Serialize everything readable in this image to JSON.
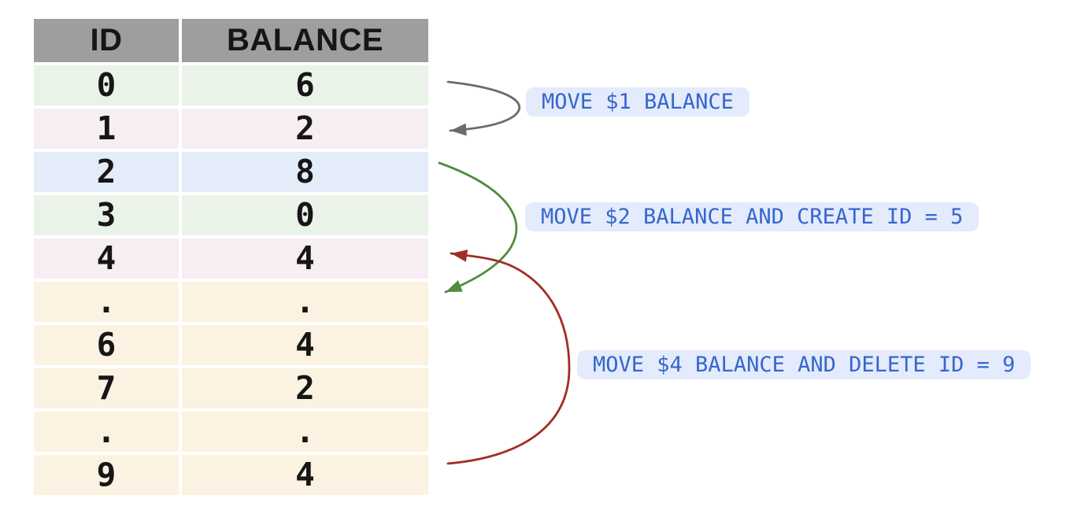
{
  "palette": {
    "page_bg": "#ffffff",
    "header_bg": "#9e9e9e",
    "header_text": "#161616",
    "cell_text": "#161616",
    "row_green": "#eaf3e7",
    "row_pink": "#f7eef4",
    "row_blue": "#e4ecfa",
    "row_cream": "#fcf2e1",
    "pill_bg": "#e3ebfc",
    "pill_text": "#3766cd",
    "arrow_gray": "#6b6b6b",
    "arrow_green": "#4f8c3e",
    "arrow_red": "#a02e24"
  },
  "table": {
    "columns": [
      "ID",
      "BALANCE"
    ],
    "rows": [
      {
        "id": "0",
        "balance": "6",
        "color": "green"
      },
      {
        "id": "1",
        "balance": "2",
        "color": "pink"
      },
      {
        "id": "2",
        "balance": "8",
        "color": "blue"
      },
      {
        "id": "3",
        "balance": "0",
        "color": "green"
      },
      {
        "id": "4",
        "balance": "4",
        "color": "pink"
      },
      {
        "id": ".",
        "balance": ".",
        "color": "cream"
      },
      {
        "id": "6",
        "balance": "4",
        "color": "cream"
      },
      {
        "id": "7",
        "balance": "2",
        "color": "cream"
      },
      {
        "id": ".",
        "balance": ".",
        "color": "cream"
      },
      {
        "id": "9",
        "balance": "4",
        "color": "cream"
      }
    ]
  },
  "annotations": [
    {
      "label": "MOVE $1 BALANCE",
      "arrow": "gray"
    },
    {
      "label": "MOVE $2 BALANCE AND CREATE ID = 5",
      "arrow": "green"
    },
    {
      "label": "MOVE $4 BALANCE AND DELETE ID = 9",
      "arrow": "red"
    }
  ]
}
